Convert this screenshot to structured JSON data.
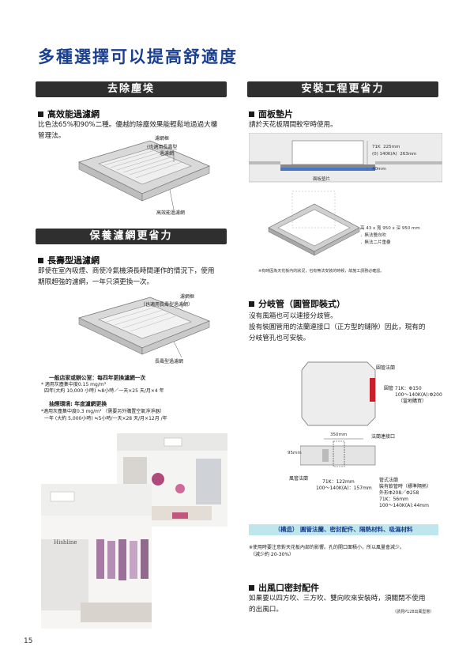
{
  "page_title": "多種選擇可以提高舒適度",
  "page_number": "15",
  "sections": {
    "remove_dust": "去除塵埃",
    "filter_save": "保養濾網更省力",
    "install_save": "安裝工程更省力"
  },
  "high_eff": {
    "heading": "高效能過濾網",
    "body_line1": "比色法65%和90%二種。優越的除塵效果能輕鬆地過過大樓",
    "body_line2": "管理法。",
    "label_frame": "濾網框",
    "label_also_line1": "(也適用長壽型",
    "label_also_line2": "過濾網",
    "label_filter": "高效能過濾網"
  },
  "long_life": {
    "heading": "長壽型過濾網",
    "body_line1": "即使在室內吸煙、商使冷氣機須長時間運作的情況下，使用",
    "body_line2": "期限超強的濾網，一年只須更換一次。",
    "label_frame": "濾網框",
    "label_also": "（也適用長壽型過濾網）",
    "label_filter": "長壽型過濾網",
    "office_title": "一般店家或辦公室：每四年更換濾網一次",
    "office_note1": "* 適用灰塵集中度0.15 mg/m³",
    "office_note2": "四年(大約 10,000 小時) ≒8小時／一天×25 天/月×4 年",
    "smoke_title": "抽煙環境: 年度濾網更換",
    "smoke_note1": "*適用灰塵集中度0.3 mg/m³ （需要另外購置空氣淨淨器）",
    "smoke_note2": "一年 (大約 5,000小時) ≒5小時/一天×28 天/月×12月 /年",
    "shop_sign": "Hishline"
  },
  "panel_spacer": {
    "heading": "面板墊片",
    "body": "請於天花板隔間較窄時使用。",
    "dim1_label": "71K",
    "dim1_value": "225mm",
    "dim2_label": "(0) 140K(A)",
    "dim2_value": "263mm",
    "dim3": "40mm",
    "label_spacer": "面板墊片",
    "spec1": "高 43 x 寬 950 x 深 950 mm",
    "spec2": "．無法雙向吹",
    "spec3": "．無法二片重疊",
    "note": "※有時因為天花板內的狀況，也有無法安裝的時候，故施工請務必確認。"
  },
  "branch_duct": {
    "heading": "分岐管（圓管即裝式）",
    "body1": "沒有風箱也可以連接分歧管。",
    "body2": "設有裝圓管用的法蘭連接口（正方型的鏈隙）因此，現有的",
    "body3": "分岐管孔也可安裝。",
    "label_round_flange": "圓管法蘭",
    "round_line1": "圓管 71K：Φ150",
    "round_line2": "100〜140K(A):Φ200",
    "round_line3": "（當地購買）",
    "dim_350": "350mm",
    "label_flange_port": "法蘭連接口",
    "dim_95": "95mm",
    "label_duct_flange": "風管法蘭",
    "duct_line1": "71K：122mm",
    "duct_line2": "100〜140K(A)：157mm",
    "pipe_title": "管式法蘭",
    "pipe_line1": "裝有軟管時（標準隔熱）",
    "pipe_line2": "外形Φ208／Φ258",
    "pipe_line3": "71K：56mm",
    "pipe_line4": "100〜140K(A):44mm",
    "tag": "（構造） 圓管法蘭、密封配件、隔熱材料、吸濕材料",
    "note1": "※使用時要注意對天花板內部的影響。孔的開口面積小，所以風量會減少。",
    "note2": "（減少約 20-30%）"
  },
  "outlet_seal": {
    "heading": "出風口密封配件",
    "body1": "如果要以四方吹、三方吹、雙向吹來安裝時，須關閉不使用",
    "body2": "的出風口。",
    "note": "（請見P128出風型態）"
  },
  "colors": {
    "title": "#1b3f8f",
    "bar": "#2f2f2f",
    "tag_bg": "#bfe6ec",
    "flange_red": "#c8202a"
  }
}
